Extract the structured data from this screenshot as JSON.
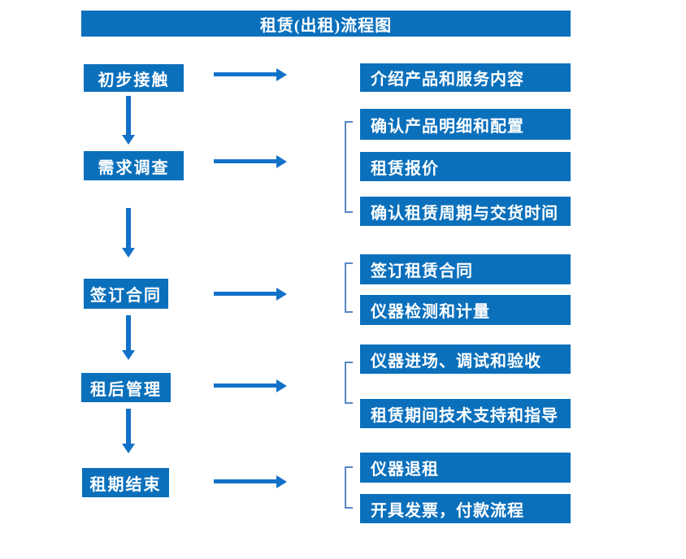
{
  "title": "租赁(出租)流程图",
  "colors": {
    "box_blue": "#0b70bc",
    "arrow_blue": "#1371c8",
    "bracket_blue": "#5589c8",
    "text_white": "#ffffff",
    "background": "#ffffff"
  },
  "steps": [
    {
      "label": "初步接触",
      "outputs": [
        "介绍产品和服务内容"
      ]
    },
    {
      "label": "需求调查",
      "outputs": [
        "确认产品明细和配置",
        "租赁报价",
        "确认租赁周期与交货时间"
      ]
    },
    {
      "label": "签订合同",
      "outputs": [
        "签订租赁合同",
        "仪器检测和计量"
      ]
    },
    {
      "label": "租后管理",
      "outputs": [
        "仪器进场、调试和验收",
        "租赁期间技术支持和指导"
      ]
    },
    {
      "label": "租期结束",
      "outputs": [
        "仪器退租",
        "开具发票，付款流程"
      ]
    }
  ]
}
